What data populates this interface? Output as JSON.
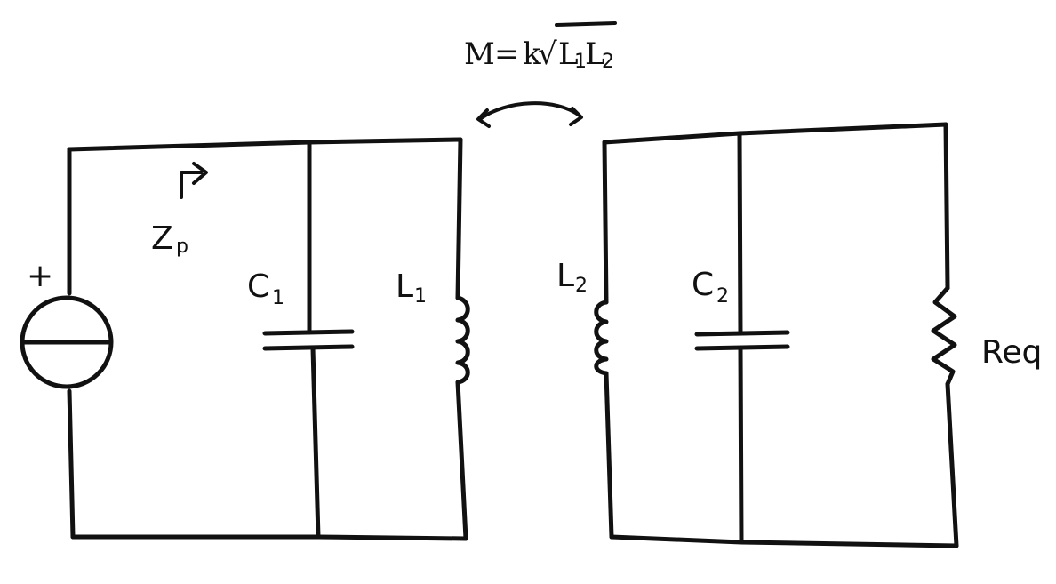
{
  "mutual_inductance": {
    "lhs": "M",
    "eq": "=",
    "k": "k",
    "sqrt": "√",
    "l1": "L",
    "l1_sub": "1",
    "l2": "L",
    "l2_sub": "2"
  },
  "source": {
    "plus": "+"
  },
  "impedance": {
    "symbol": "Z",
    "sub": "p"
  },
  "c1": {
    "symbol": "C",
    "sub": "1"
  },
  "l1": {
    "symbol": "L",
    "sub": "1"
  },
  "l2": {
    "symbol": "L",
    "sub": "2"
  },
  "c2": {
    "symbol": "C",
    "sub": "2"
  },
  "resistor": {
    "label": "Req"
  }
}
